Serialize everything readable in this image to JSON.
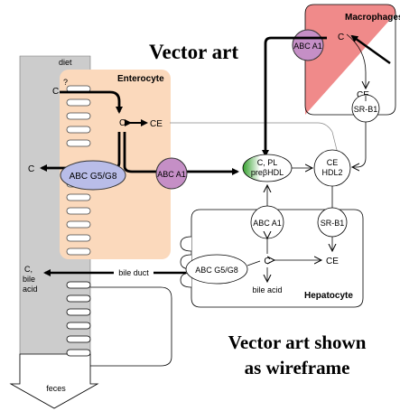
{
  "headings": {
    "vector_art": "Vector art",
    "wireframe_line1": "Vector art shown",
    "wireframe_line2": "as wireframe"
  },
  "intestine": {
    "diet": "diet",
    "feces": "feces",
    "c_top": "C",
    "question": "?",
    "c_out": "C",
    "c_bile": "C,",
    "bile": "bile",
    "acid": "acid"
  },
  "enterocyte": {
    "title": "Enterocyte",
    "c_label": "C",
    "ce_label": "CE",
    "abc_g5g8": "ABC G5/G8",
    "abc_a1": "ABC A1"
  },
  "macrophages": {
    "title": "Macrophages",
    "abc_a1": "ABC A1",
    "c_label": "C",
    "ce_label": "CE",
    "sr_b1": "SR-B1"
  },
  "plasma": {
    "pre_hdl_line1": "C, PL",
    "pre_hdl_line2": "preβHDL",
    "hdl_line1": "CE",
    "hdl_line2": "HDL2"
  },
  "hepatocyte": {
    "title": "Hepatocyte",
    "abc_a1": "ABC A1",
    "sr_b1": "SR-B1",
    "abc_g5g8": "ABC G5/G8",
    "c_label": "C",
    "ce_label": "CE",
    "bile_acid": "bile acid",
    "bile_duct": "bile duct"
  },
  "colors": {
    "enterocyte_fill": "#fbd9bc",
    "intestine_fill": "#cccccc",
    "macrophage_pink": "#f08a8a",
    "transporter_purple": "#c58fc6",
    "g5g8_blue": "#b9bde8",
    "pre_hdl_green": "#33a02c"
  }
}
